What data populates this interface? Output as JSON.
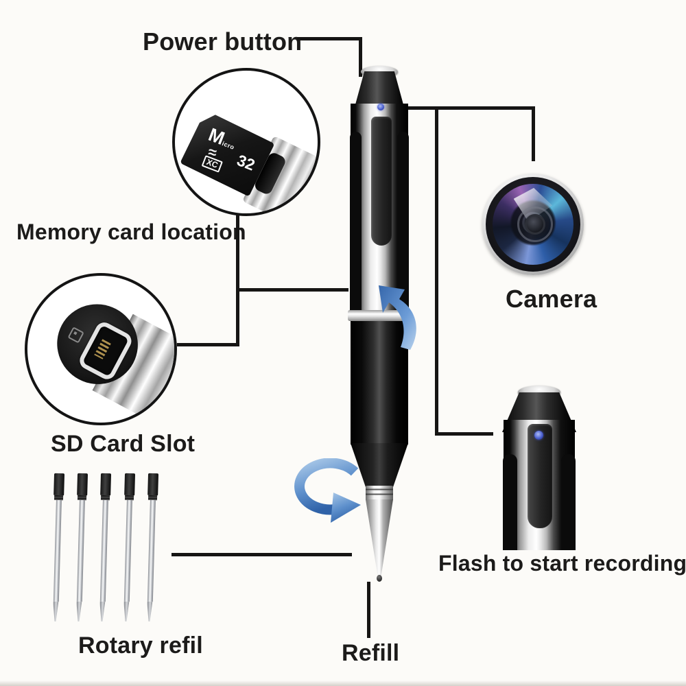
{
  "title": "Spy camera pen feature diagram",
  "annotations": {
    "power_button": "Power button",
    "memory_card_location": "Memory card location",
    "sd_card_slot": "SD Card Slot",
    "camera": "Camera",
    "flash_to_start_recording": "Flash to start recording",
    "rotary_refil": "Rotary refil",
    "refill": "Refill"
  },
  "memory_card": {
    "brand_letter": "M",
    "brand_suffix": "icro",
    "capacity_label": "32",
    "type_badge": "XC"
  },
  "illustration": {
    "refill_count": 5,
    "led_color": "#4a5fd0",
    "arrow_color": "#4d82c4",
    "connector_line_color": "#161514",
    "background_color": "#fcfbf8"
  }
}
